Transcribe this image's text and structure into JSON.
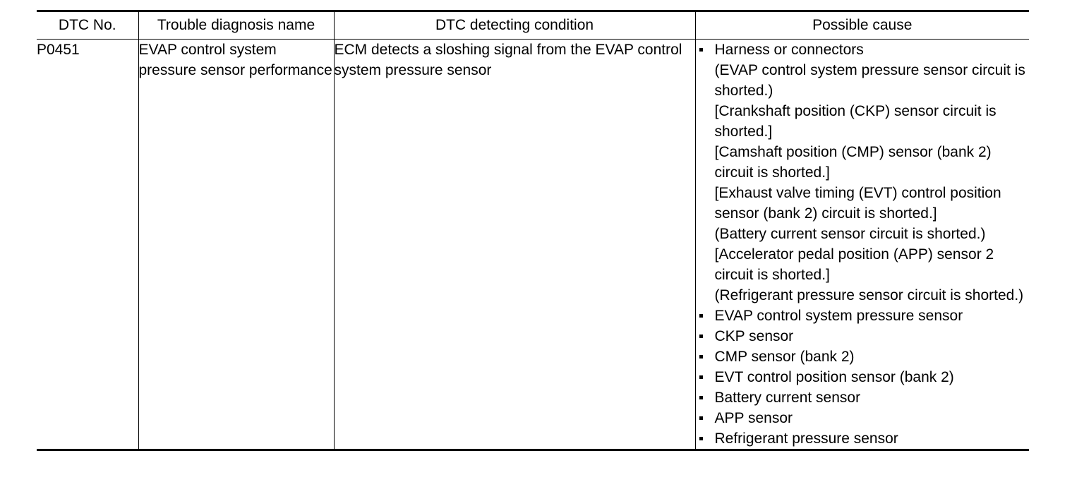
{
  "table": {
    "headers": [
      "DTC No.",
      "Trouble diagnosis name",
      "DTC detecting condition",
      "Possible cause"
    ],
    "row": {
      "dtc_no": "P0451",
      "trouble_diagnosis_name": "EVAP control system pressure sensor performance",
      "dtc_detecting_condition": "ECM detects a sloshing signal from the EVAP control system pressure sensor",
      "possible_cause": [
        {
          "text": "Harness or connectors",
          "details": [
            "(EVAP control system pressure sensor circuit is shorted.)",
            "[Crankshaft position (CKP) sensor circuit is shorted.]",
            "[Camshaft position (CMP) sensor (bank 2) circuit is shorted.]",
            "[Exhaust valve timing (EVT) control position sensor (bank 2) circuit is shorted.]",
            "(Battery current sensor circuit is shorted.)",
            "[Accelerator pedal position (APP) sensor 2 circuit is shorted.]",
            "(Refrigerant pressure sensor circuit is shorted.)"
          ]
        },
        {
          "text": "EVAP control system pressure sensor",
          "details": []
        },
        {
          "text": "CKP sensor",
          "details": []
        },
        {
          "text": "CMP sensor (bank 2)",
          "details": []
        },
        {
          "text": "EVT control position sensor (bank 2)",
          "details": []
        },
        {
          "text": "Battery current sensor",
          "details": []
        },
        {
          "text": "APP sensor",
          "details": []
        },
        {
          "text": "Refrigerant pressure sensor",
          "details": []
        }
      ]
    }
  }
}
